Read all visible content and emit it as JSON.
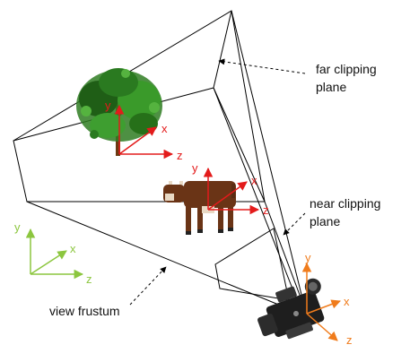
{
  "labels": {
    "far_clipping_plane_line1": "far clipping",
    "far_clipping_plane_line2": "plane",
    "near_clipping_plane_line1": "near clipping",
    "near_clipping_plane_line2": "plane",
    "view_frustum": "view frustum"
  },
  "axes": {
    "world": {
      "x": "x",
      "y": "y",
      "z": "z",
      "color": "#8cc63f"
    },
    "tree": {
      "x": "x",
      "y": "y",
      "z": "z",
      "color": "#e31b1b"
    },
    "cow": {
      "x": "x",
      "y": "y",
      "z": "z",
      "color": "#e31b1b"
    },
    "camera": {
      "x": "x",
      "y": "y",
      "z": "z",
      "color": "#f07c1c"
    }
  },
  "icons": [
    "tree-icon",
    "cow-icon",
    "camera-icon"
  ]
}
